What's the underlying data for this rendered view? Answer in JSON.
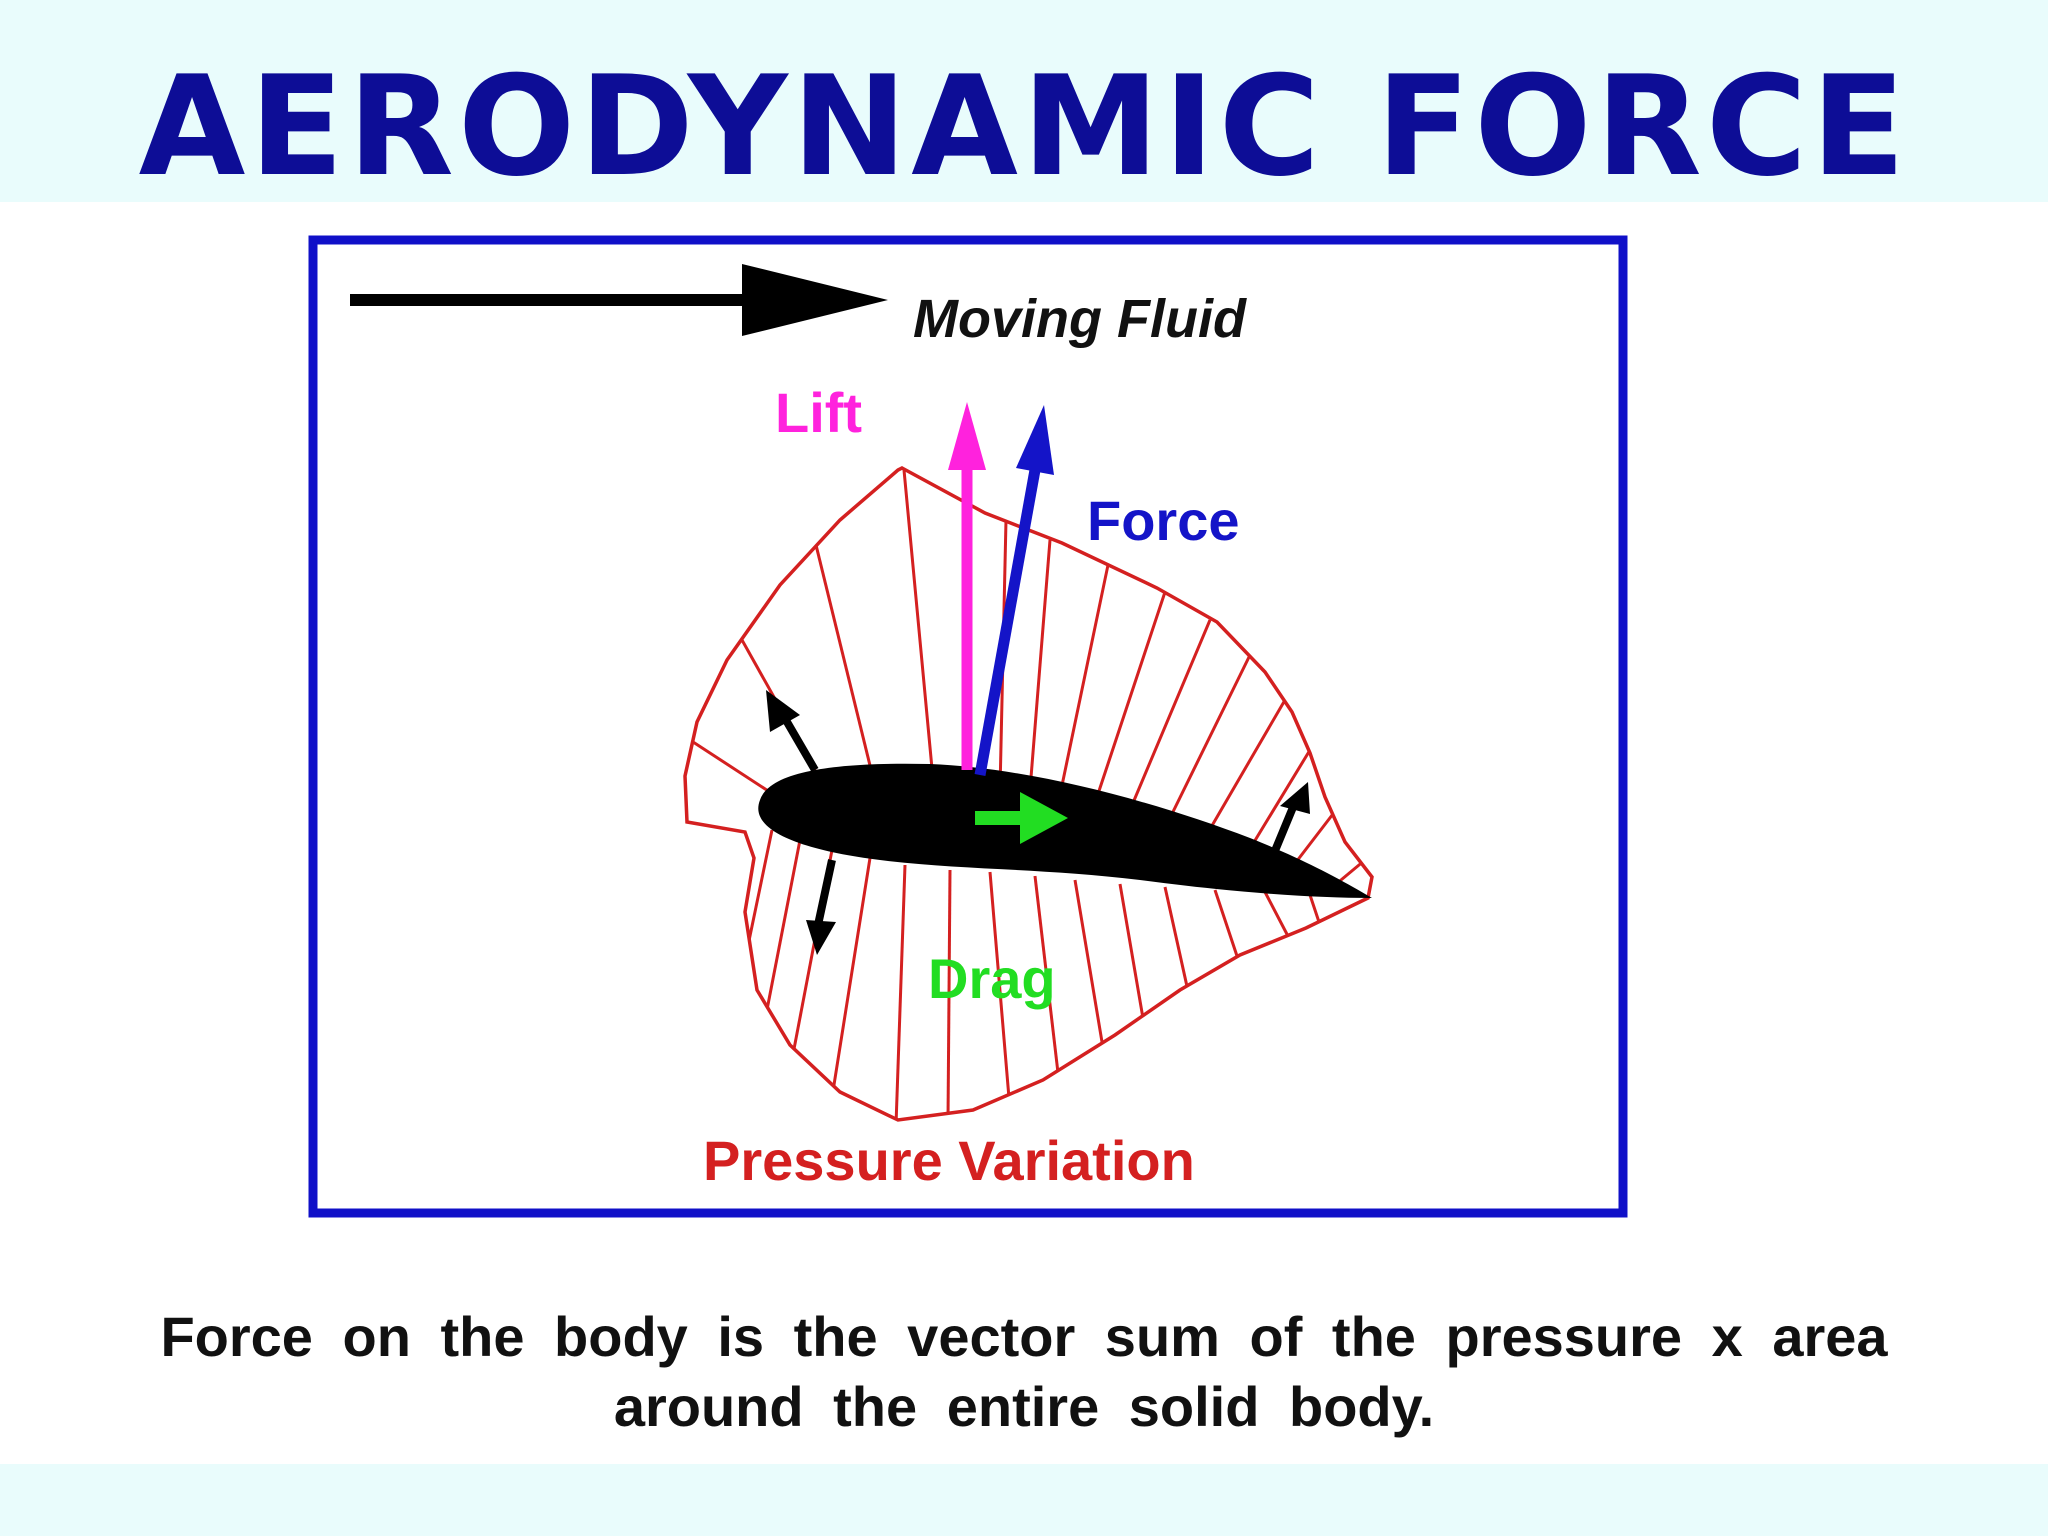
{
  "title": "AERODYNAMIC FORCE",
  "diagram": {
    "moving_fluid_label": "Moving Fluid",
    "lift_label": "Lift",
    "force_label": "Force",
    "drag_label": "Drag",
    "pressure_label": "Pressure Variation"
  },
  "caption": {
    "line1": "Force on the body is the vector sum of the pressure x area",
    "line2": "around the entire solid body."
  },
  "colors": {
    "title": "#0d0d96",
    "frame": "#1010c8",
    "lift": "#ff22dd",
    "force": "#1414c8",
    "drag": "#22dd22",
    "pressure": "#d42020",
    "airfoil": "#000000"
  }
}
